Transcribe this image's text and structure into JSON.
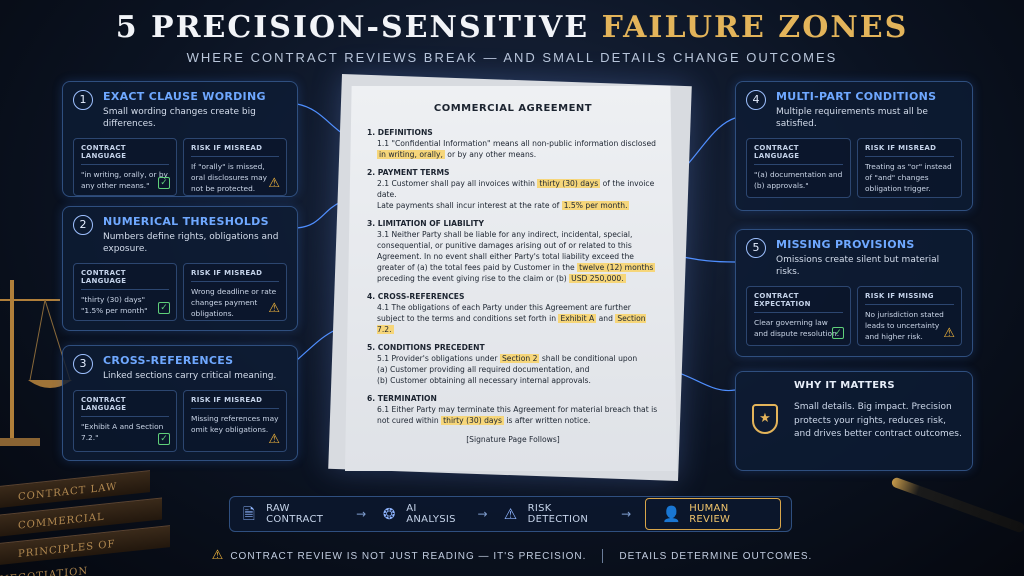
{
  "header": {
    "title_main": "5 PRECISION-SENSITIVE ",
    "title_gold": "FAILURE ZONES",
    "subtitle": "WHERE CONTRACT REVIEWS BREAK — AND SMALL DETAILS CHANGE OUTCOMES"
  },
  "decor": {
    "book1": "CONTRACT LAW",
    "book2": "COMMERCIAL AGREEMENTS",
    "book3": "PRINCIPLES OF NEGOTIATION"
  },
  "document": {
    "title": "COMMERCIAL AGREEMENT",
    "s1_h": "1. DEFINITIONS",
    "s1_a": "1.1 \"Confidential Information\" means all non-public information disclosed",
    "s1_hl": "in writing, orally,",
    "s1_b": " or by any other means.",
    "s2_h": "2. PAYMENT TERMS",
    "s2_a": "2.1 Customer shall pay all invoices within ",
    "s2_hl1": "thirty (30) days",
    "s2_b": " of the invoice date.",
    "s2_c": "Late payments shall incur interest at the rate of ",
    "s2_hl2": "1.5% per month.",
    "s3_h": "3. LIMITATION OF LIABILITY",
    "s3_a": "3.1 Neither Party shall be liable for any indirect, incidental, special, consequential, or punitive damages arising out of or related to this Agreement. In no event shall either Party's total liability exceed the greater of (a) the total fees paid by Customer in the ",
    "s3_hl1": "twelve (12) months",
    "s3_b": " preceding the event giving rise to the claim or (b) ",
    "s3_hl2": "USD 250,000.",
    "s4_h": "4. CROSS-REFERENCES",
    "s4_a": "4.1 The obligations of each Party under this Agreement are further subject to the terms and conditions set forth in ",
    "s4_hl1": "Exhibit A",
    "s4_b": " and ",
    "s4_hl2": "Section 7.2.",
    "s5_h": "5. CONDITIONS PRECEDENT",
    "s5_a": "5.1 Provider's obligations under ",
    "s5_hl": "Section 2",
    "s5_b": " shall be conditional upon",
    "s5_c": "(a) Customer providing all required documentation, and",
    "s5_d": "(b) Customer obtaining all necessary internal approvals.",
    "s6_h": "6. TERMINATION",
    "s6_a": "6.1 Either Party may terminate this Agreement for material breach that is not cured within ",
    "s6_hl": "thirty (30) days",
    "s6_b": " is after written notice.",
    "signature": "[Signature Page Follows]"
  },
  "cards": [
    {
      "num": "1",
      "title": "EXACT CLAUSE WORDING",
      "desc": "Small wording changes create big differences.",
      "left_h": "CONTRACT LANGUAGE",
      "left_t": "\"in writing, orally, or by any other means.\"",
      "right_h": "RISK IF MISREAD",
      "right_t": "If \"orally\" is missed, oral disclosures may not be protected."
    },
    {
      "num": "2",
      "title": "NUMERICAL THRESHOLDS",
      "desc": "Numbers define rights, obligations and exposure.",
      "left_h": "CONTRACT LANGUAGE",
      "left_t": "\"thirty (30) days\" \"1.5% per month\"",
      "right_h": "RISK IF MISREAD",
      "right_t": "Wrong deadline or rate changes payment obligations."
    },
    {
      "num": "3",
      "title": "CROSS-REFERENCES",
      "desc": "Linked sections carry critical meaning.",
      "left_h": "CONTRACT LANGUAGE",
      "left_t": "\"Exhibit A and Section 7.2.\"",
      "right_h": "RISK IF MISREAD",
      "right_t": "Missing references may omit key obligations."
    },
    {
      "num": "4",
      "title": "MULTI-PART CONDITIONS",
      "desc": "Multiple requirements must all be satisfied.",
      "left_h": "CONTRACT LANGUAGE",
      "left_t": "\"(a) documentation and (b) approvals.\"",
      "right_h": "RISK IF MISREAD",
      "right_t": "Treating as \"or\" instead of \"and\" changes obligation trigger."
    },
    {
      "num": "5",
      "title": "MISSING PROVISIONS",
      "desc": "Omissions create silent but material risks.",
      "left_h": "CONTRACT EXPECTATION",
      "left_t": "Clear governing law and dispute resolution.",
      "right_h": "RISK IF MISSING",
      "right_t": "No jurisdiction stated leads to uncertainty and higher risk."
    }
  ],
  "why": {
    "title": "WHY IT MATTERS",
    "text": "Small details. Big impact. Precision protects your rights, reduces risk, and drives better contract outcomes."
  },
  "pipeline": {
    "step1": "RAW CONTRACT",
    "step2": "AI ANALYSIS",
    "step3": "RISK DETECTION",
    "step4": "HUMAN REVIEW"
  },
  "footer": {
    "left": "CONTRACT REVIEW IS NOT JUST READING — IT'S PRECISION.",
    "right": "DETAILS DETERMINE OUTCOMES."
  },
  "icons": {
    "check": "check-icon",
    "warn": "warning-icon",
    "shield": "shield-star-icon",
    "document": "document-icon",
    "brain": "brain-icon",
    "alert": "alert-triangle-icon",
    "person": "person-icon"
  },
  "colors": {
    "accent_blue": "#6fa8ff",
    "gold": "#e3b45a",
    "highlight": "#f6d67a",
    "check": "#5fd07a",
    "warn": "#f0b43c"
  }
}
